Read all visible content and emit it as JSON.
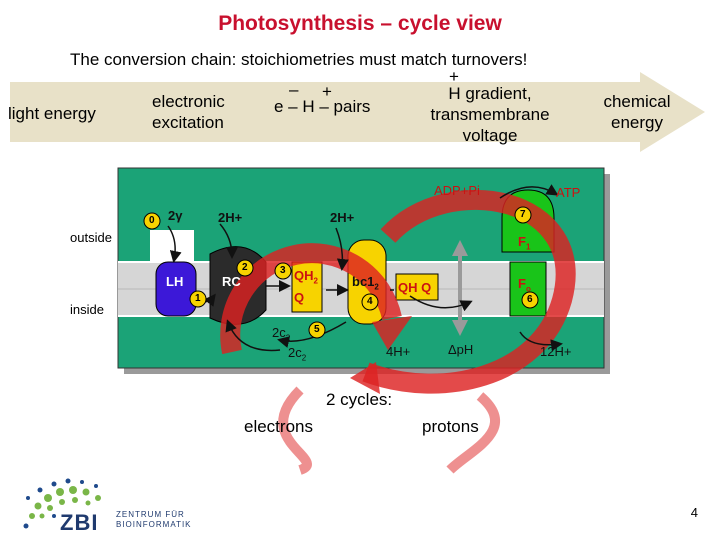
{
  "title": "Photosynthesis – cycle view",
  "subtitle": "The conversion chain:   stoichiometries must match turnovers!",
  "chain": {
    "light_energy": "light energy",
    "electronic_1": "electronic",
    "electronic_2": "excitation",
    "pairs": "e – H – pairs",
    "pairs_minus": "–",
    "pairs_plus": "+",
    "gradient_1": "H  gradient,",
    "gradient_plus": "+",
    "gradient_2": "transmembrane",
    "gradient_3": "voltage",
    "chemical_1": "chemical",
    "chemical_2": "energy"
  },
  "diagram": {
    "outside": "outside",
    "inside": "inside",
    "lh": "LH",
    "rc": "RC",
    "qh": "QH",
    "qh_sub": "2",
    "q_left": "Q",
    "bc1": "bc1",
    "bc1_sub": "2",
    "qh2_right": "QH Q",
    "f1": "F",
    "f1_sub": "1",
    "fo": "F",
    "fo_sub": "o",
    "adp": "ADP+Pi",
    "atp": "ATP",
    "gamma": "2γ",
    "h2_left": "2H+",
    "h2_mid": "2H+",
    "h4": "4H+",
    "dph": "ΔpH",
    "h12": "12H+",
    "c2": "2c",
    "c2_sub": "2",
    "c2b": "2c",
    "c2b_sub": "2",
    "steps": [
      "0",
      "1",
      "2",
      "3",
      "4",
      "5",
      "6",
      "7"
    ]
  },
  "cycles": {
    "label": "2 cycles:",
    "electrons": "electrons",
    "protons": "protons"
  },
  "logo": {
    "abbrev": "ZBI",
    "line1": "ZENTRUM FÜR",
    "line2": "BIOINFORMATIK"
  },
  "page_number": "4",
  "colors": {
    "title": "#c8102e",
    "membrane_bg": "#1ba377",
    "lh": "#3c18d8",
    "rc": "#2b2b2b",
    "yellow": "#f7d300",
    "green": "#19c419",
    "arrow_red": "#dd2222",
    "chain_arrow": "#e8e1c8"
  }
}
